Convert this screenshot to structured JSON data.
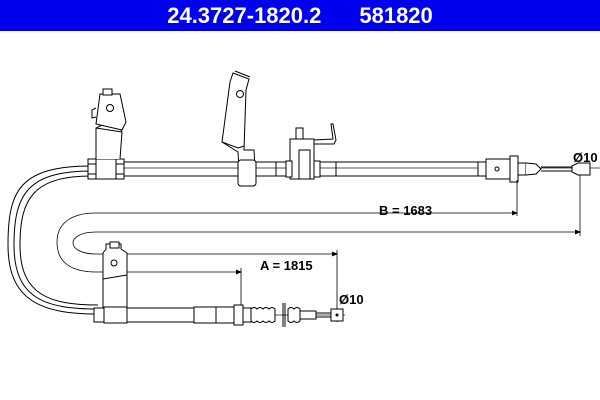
{
  "header": {
    "part_number": "24.3727-1820.2",
    "ref_number": "581820",
    "background_color": "#0000ee",
    "text_color": "#ffffff"
  },
  "drawing": {
    "type": "parking-brake-cable",
    "dimensions": {
      "A": {
        "label": "A = 1815",
        "value": 1815
      },
      "B": {
        "label": "B = 1683",
        "value": 1683
      }
    },
    "diameters": {
      "top_end": "Ø10",
      "bottom_end": "Ø10"
    }
  }
}
